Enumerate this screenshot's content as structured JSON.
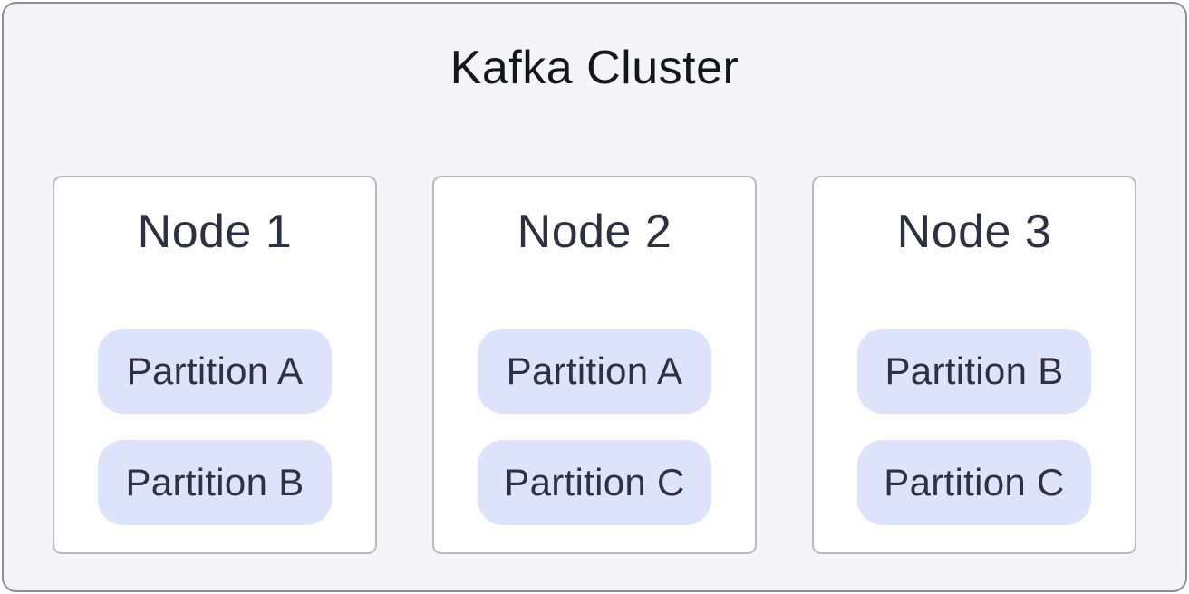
{
  "diagram": {
    "title": "Kafka Cluster",
    "nodes": [
      {
        "label": "Node 1",
        "partitions": [
          "Partition A",
          "Partition B"
        ]
      },
      {
        "label": "Node 2",
        "partitions": [
          "Partition A",
          "Partition C"
        ]
      },
      {
        "label": "Node 3",
        "partitions": [
          "Partition B",
          "Partition C"
        ]
      }
    ],
    "colors": {
      "cluster_bg": "#f5f5f7",
      "cluster_border": "#8e8e9a",
      "title_text": "#15161a",
      "node_bg": "#ffffff",
      "node_border": "#b9bbc4",
      "node_title_text": "#2d3040",
      "partition_bg": "#dde3fa",
      "partition_text": "#2e3240"
    }
  }
}
